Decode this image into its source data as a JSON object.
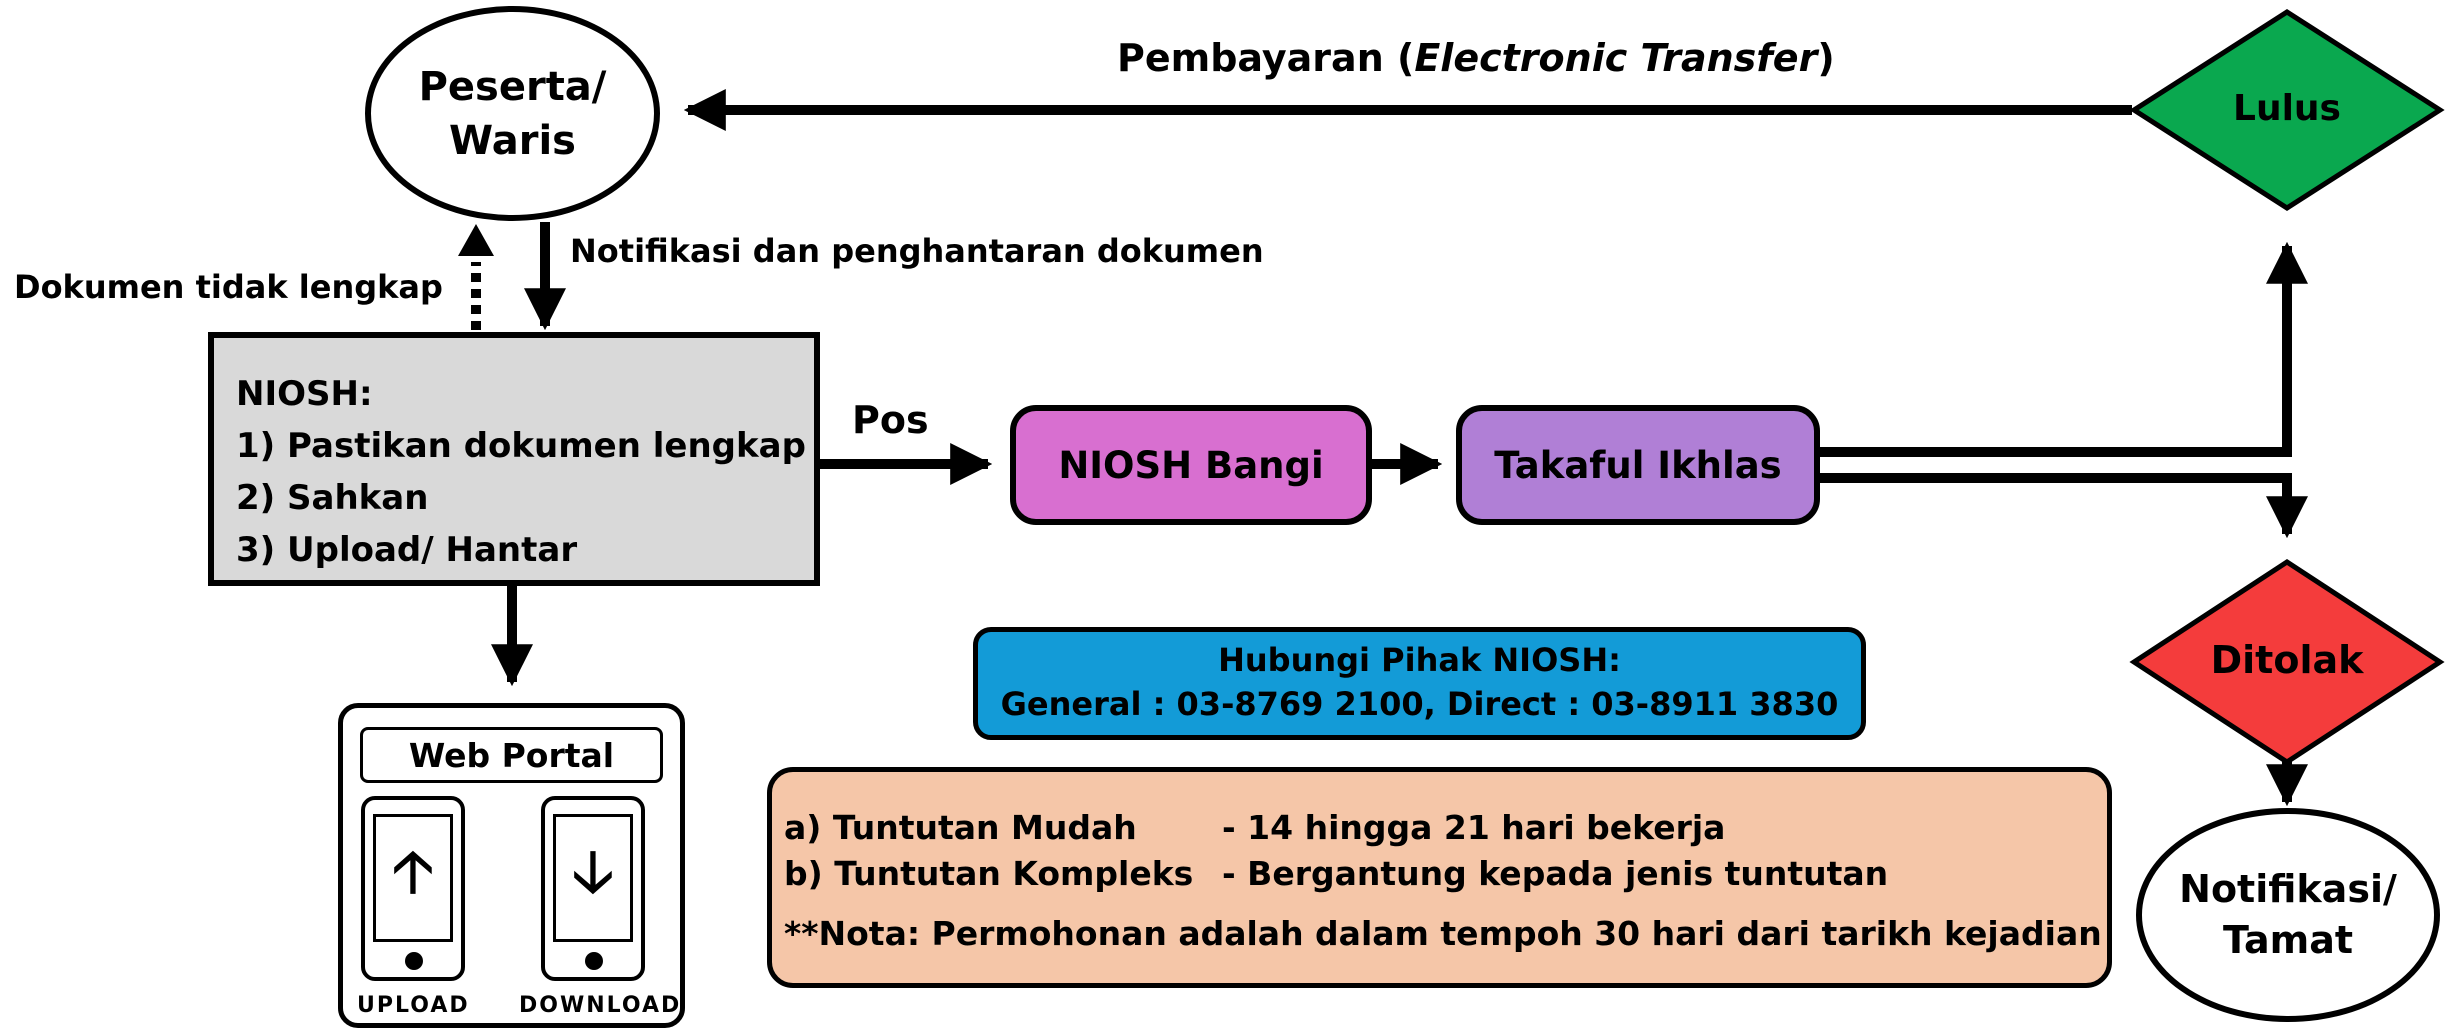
{
  "nodes": {
    "peserta": "Peserta/\nWaris",
    "niosh_heading": "NIOSH:",
    "niosh_steps": [
      "1) Pastikan dokumen lengkap",
      "2) Sahkan",
      "3) Upload/ Hantar"
    ],
    "niosh_bangi": "NIOSH Bangi",
    "takaful": "Takaful Ikhlas",
    "lulus": "Lulus",
    "ditolak": "Ditolak",
    "notifikasi": "Notifikasi/\nTamat"
  },
  "edge_labels": {
    "pembayaran_prefix": "Pembayaran (",
    "pembayaran_italic": "Electronic Transfer",
    "pembayaran_suffix": ")",
    "notifikasi_dokumen": "Notifikasi dan penghantaran dokumen",
    "dokumen_tidak_lengkap": "Dokumen tidak lengkap",
    "pos": "Pos"
  },
  "contact": {
    "title": "Hubungi Pihak NIOSH:",
    "numbers": "General : 03-8769 2100, Direct : 03-8911 3830"
  },
  "timing": {
    "rows": [
      {
        "label": "a) Tuntutan Mudah",
        "value": "- 14 hingga 21 hari bekerja"
      },
      {
        "label": "b) Tuntutan Kompleks",
        "value": "- Bergantung kepada jenis tuntutan"
      }
    ],
    "note": "**Nota: Permohonan adalah dalam tempoh 30 hari dari tarikh kejadian"
  },
  "portal": {
    "title": "Web Portal",
    "upload": "UPLOAD",
    "download": "DOWNLOAD"
  },
  "colors": {
    "niosh_box": "#d9d9d9",
    "niosh_bangi": "#d86fd0",
    "takaful": "#b07fd6",
    "lulus": "#0aa84f",
    "ditolak": "#f43c3c",
    "contact": "#139bd7",
    "timing": "#f5c6a8"
  },
  "icons": [
    "arrow-up-icon",
    "arrow-down-icon",
    "phone-icon"
  ]
}
